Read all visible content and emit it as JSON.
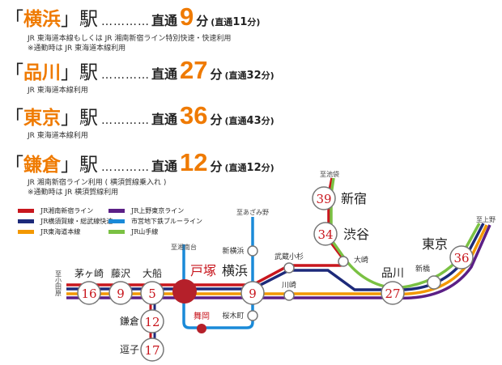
{
  "routes": [
    {
      "station": "横浜",
      "eki": "駅",
      "dots": "…………",
      "label": "直通",
      "minutes": "9",
      "unit": "分",
      "peak_label": "直通",
      "peak_minutes": "11",
      "peak_unit": "分",
      "notes": [
        "JR 東海道本線もしくは JR 湘南新宿ライン特別快速・快速利用",
        "※通勤時は JR 東海道本線利用"
      ]
    },
    {
      "station": "品川",
      "eki": "駅",
      "dots": "…………",
      "label": "直通",
      "minutes": "27",
      "unit": "分",
      "peak_label": "直通",
      "peak_minutes": "32",
      "peak_unit": "分",
      "notes": [
        "JR 東海道本線利用"
      ]
    },
    {
      "station": "東京",
      "eki": "駅",
      "dots": "…………",
      "label": "直通",
      "minutes": "36",
      "unit": "分",
      "peak_label": "直通",
      "peak_minutes": "43",
      "peak_unit": "分",
      "notes": [
        "JR 東海道本線利用"
      ]
    },
    {
      "station": "鎌倉",
      "eki": "駅",
      "dots": "…………",
      "label": "直通",
      "minutes": "12",
      "unit": "分",
      "peak_label": "直通",
      "peak_minutes": "12",
      "peak_unit": "分",
      "notes": [
        "JR 湘南新宿ライン利用 ( 横須賀線乗入れ )",
        "※通勤時は JR 横須賀線利用"
      ]
    }
  ],
  "legend": [
    {
      "label": "JR湘南新宿ライン",
      "color": "#c8161d"
    },
    {
      "label": "JR上野東京ライン",
      "color": "#5b1f86"
    },
    {
      "label": "JR横須賀線・総武線快速",
      "color": "#1d2a7a"
    },
    {
      "label": "市営地下鉄ブルーライン",
      "color": "#1a8ad8"
    },
    {
      "label": "JR東海道本線",
      "color": "#f39800"
    },
    {
      "label": "JR山手線",
      "color": "#7ac143"
    }
  ],
  "map": {
    "home": "戸塚",
    "stations": {
      "chigasaki": {
        "name": "茅ヶ崎",
        "min": "16"
      },
      "fujisawa": {
        "name": "藤沢",
        "min": "9"
      },
      "ofuna": {
        "name": "大船",
        "min": "5"
      },
      "kamakura": {
        "name": "鎌倉",
        "min": "12"
      },
      "zushi": {
        "name": "逗子",
        "min": "17"
      },
      "yokohama": {
        "name": "横浜",
        "min": "9"
      },
      "shinagawa": {
        "name": "品川",
        "min": "27"
      },
      "tokyo": {
        "name": "東京",
        "min": "36"
      },
      "shibuya": {
        "name": "渋谷",
        "min": "34"
      },
      "shinjuku": {
        "name": "新宿",
        "min": "39"
      }
    },
    "minor": {
      "shinyokohama": "新横浜",
      "sakuragicho": "桜木町",
      "maioka": "舞岡",
      "musashikosugi": "武蔵小杉",
      "kawasaki": "川崎",
      "osaki": "大崎",
      "shimbashi": "新橋"
    },
    "directions": {
      "odawara": "至小田原",
      "shonandai": "至湘南台",
      "azamino": "至あざみ野",
      "ikebukuro": "至池袋",
      "ueno": "至上野"
    }
  }
}
